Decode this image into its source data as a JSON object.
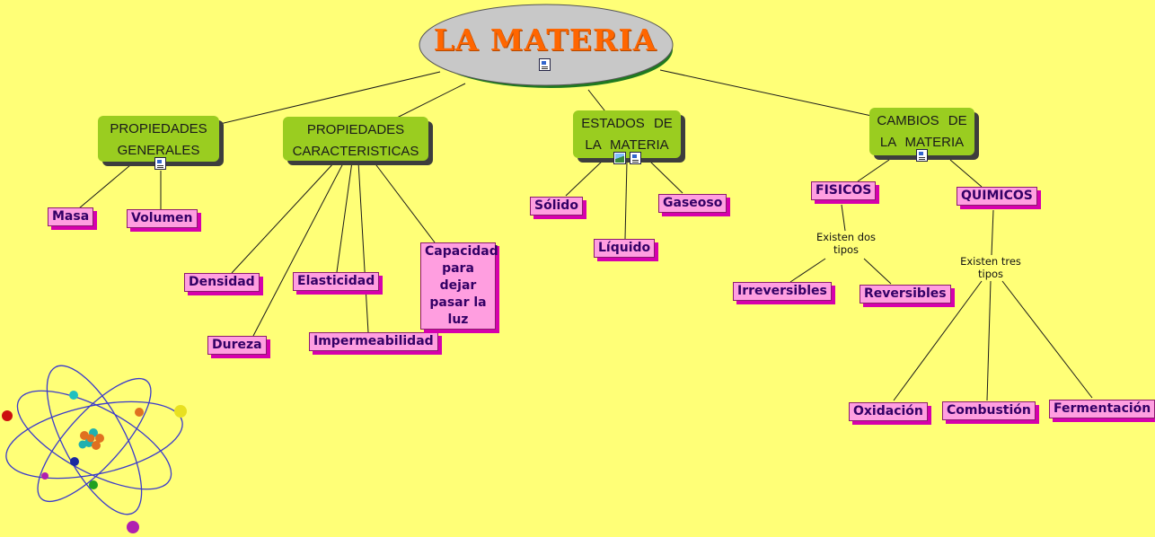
{
  "root": {
    "title": "LA MATERIA"
  },
  "categories": {
    "generales": {
      "label": "PROPIEDADES GENERALES"
    },
    "caracteristicas": {
      "label": "PROPIEDADES CARACTERISTICAS"
    },
    "estados": {
      "label": "ESTADOS DE LA MATERIA"
    },
    "cambios": {
      "label": "CAMBIOS DE LA MATERIA"
    }
  },
  "concepts": {
    "masa": "Masa",
    "volumen": "Volumen",
    "densidad": "Densidad",
    "dureza": "Dureza",
    "elasticidad": "Elasticidad",
    "impermeabilidad": "Impermeabilidad",
    "capacidad": "Capacidad para dejar pasar la luz",
    "solido": "Sólido",
    "liquido": "Líquido",
    "gaseoso": "Gaseoso",
    "fisicos": "FISICOS",
    "quimicos": "QUIMICOS",
    "irreversibles": "Irreversibles",
    "reversibles": "Reversibles",
    "oxidacion": "Oxidación",
    "combustion": "Combustión",
    "fermentacion": "Fermentación"
  },
  "linking_phrases": {
    "dos_tipos": "Existen dos tipos",
    "tres_tipos": "Existen tres tipos"
  },
  "colors": {
    "background": "#ffff77",
    "root_fill": "#c8c8c8",
    "root_text": "#ff6600",
    "category_fill": "#9acd20",
    "concept_fill": "#ff9ee0",
    "concept_shadow": "#d600ad",
    "concept_text": "#330066"
  },
  "icons": [
    "document-icon",
    "image-icon",
    "atom-illustration"
  ]
}
